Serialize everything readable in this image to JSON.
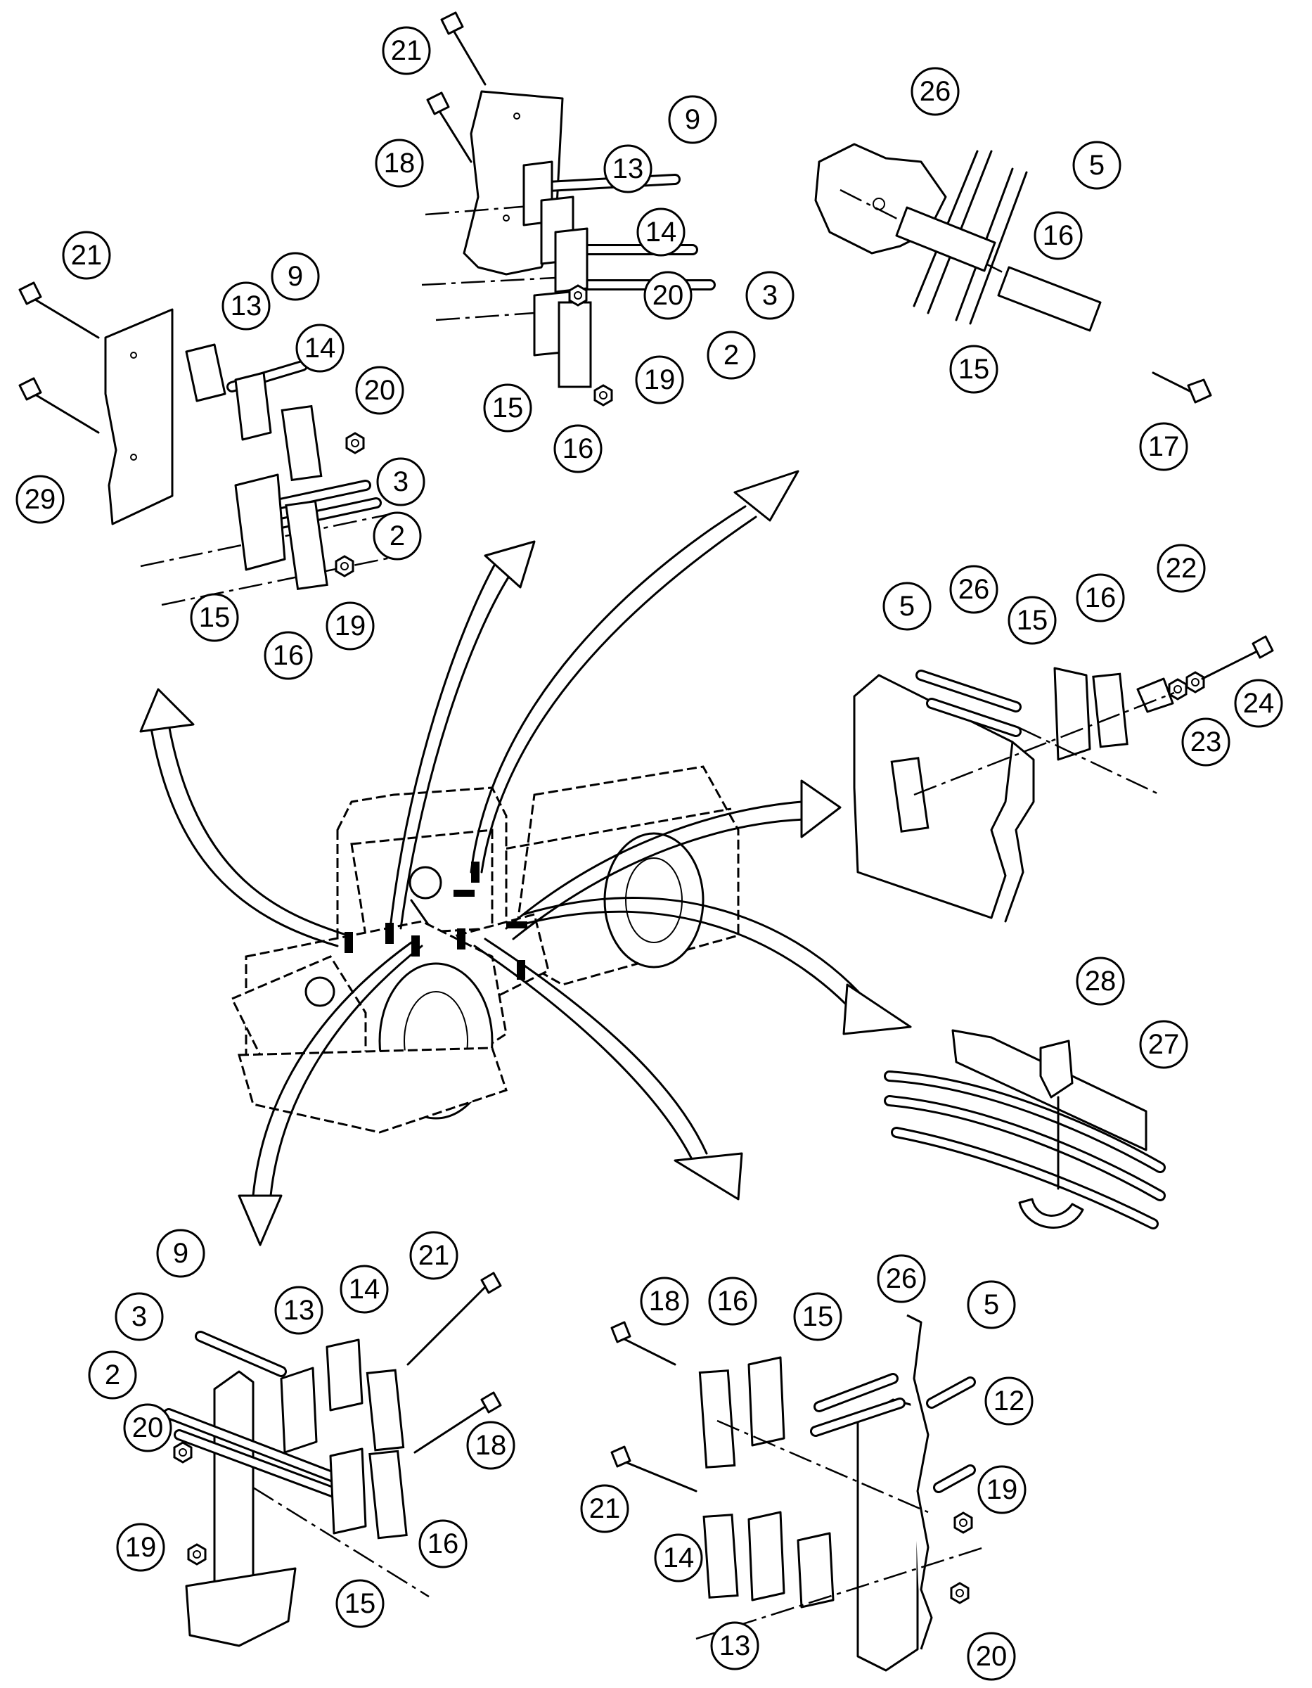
{
  "figure": {
    "callouts": {
      "top_center": {
        "c1": "21",
        "c2": "18",
        "c3": "9",
        "c4": "13",
        "c5": "14",
        "c6": "3",
        "c7": "20",
        "c8": "2",
        "c9": "19",
        "c10": "15",
        "c11": "16"
      },
      "top_left": {
        "c1": "21",
        "c2": "13",
        "c3": "9",
        "c4": "14",
        "c5": "20",
        "c6": "29",
        "c7": "3",
        "c8": "2",
        "c9": "15",
        "c10": "19",
        "c11": "16"
      },
      "top_right": {
        "c1": "26",
        "c2": "5",
        "c3": "16",
        "c4": "15",
        "c5": "17"
      },
      "mid_right": {
        "c1": "5",
        "c2": "26",
        "c3": "15",
        "c4": "16",
        "c5": "22",
        "c6": "24",
        "c7": "23"
      },
      "tie_strap": {
        "c1": "28",
        "c2": "27"
      },
      "bottom_left": {
        "c1": "9",
        "c2": "21",
        "c3": "13",
        "c4": "14",
        "c5": "3",
        "c6": "2",
        "c7": "20",
        "c8": "18",
        "c9": "16",
        "c10": "19",
        "c11": "15"
      },
      "bottom_right": {
        "c1": "18",
        "c2": "16",
        "c3": "15",
        "c4": "26",
        "c5": "5",
        "c6": "12",
        "c7": "21",
        "c8": "19",
        "c9": "14",
        "c10": "13",
        "c11": "20"
      }
    }
  }
}
